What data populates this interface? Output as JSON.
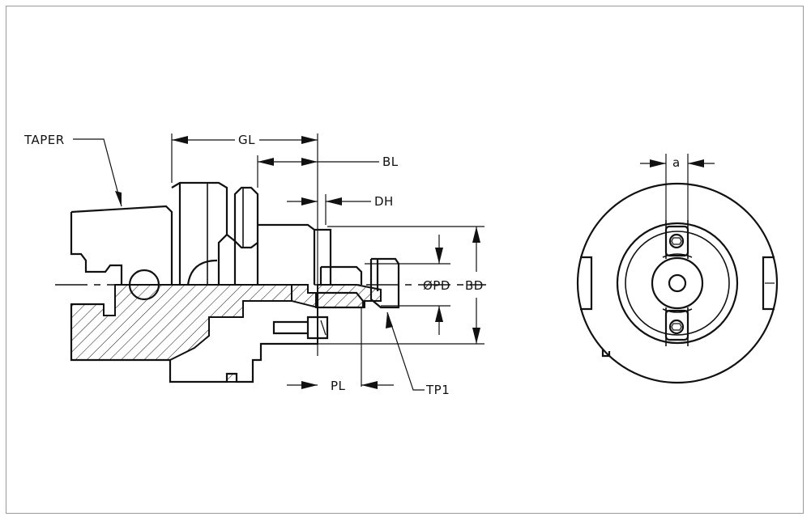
{
  "labels": {
    "taper": "TAPER",
    "gl": "GL",
    "bl": "BL",
    "dh": "DH",
    "bd": "BD",
    "pd": "ØPD",
    "pl": "PL",
    "tp1": "TP1",
    "a": "a"
  },
  "colors": {
    "line": "#111111",
    "frame": "#9a9a9a",
    "background": "#ffffff"
  }
}
